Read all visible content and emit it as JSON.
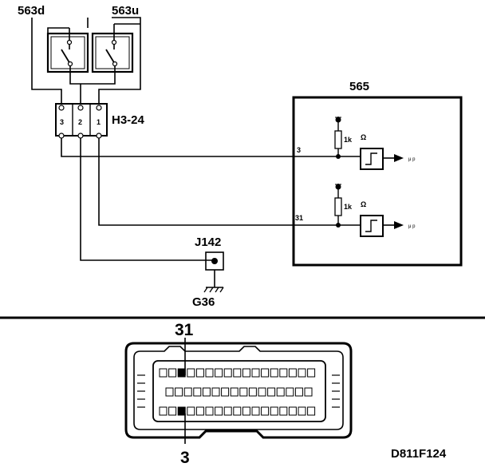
{
  "schematic": {
    "switch_down": "563d",
    "switch_up": "563u",
    "connector_h3": "H3-24",
    "connector_pins": [
      "3",
      "2",
      "1"
    ],
    "control_unit": "565",
    "input_pin_a": "3",
    "input_pin_b": "31",
    "resistor_value": "1k",
    "ohm_symbol": "Ω",
    "output_label": "μ p",
    "junction": "J142",
    "ground": "G36"
  },
  "connector_view": {
    "pin_top_label": "31",
    "pin_bottom_label": "3"
  },
  "figure_code": "D811F124",
  "colors": {
    "line": "#000000",
    "background": "#ffffff"
  }
}
